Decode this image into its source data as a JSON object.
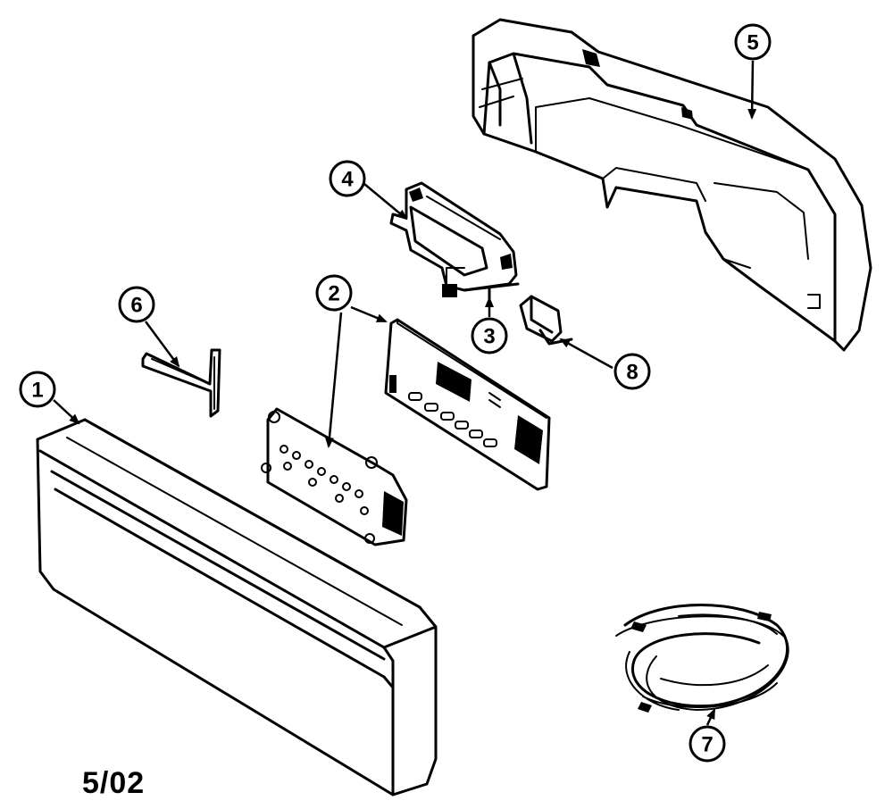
{
  "diagram": {
    "callouts": [
      {
        "id": "1",
        "label": "1"
      },
      {
        "id": "2",
        "label": "2"
      },
      {
        "id": "3",
        "label": "3"
      },
      {
        "id": "4",
        "label": "4"
      },
      {
        "id": "5",
        "label": "5"
      },
      {
        "id": "6",
        "label": "6"
      },
      {
        "id": "7",
        "label": "7"
      },
      {
        "id": "8",
        "label": "8"
      }
    ],
    "date_code": "5/02"
  }
}
